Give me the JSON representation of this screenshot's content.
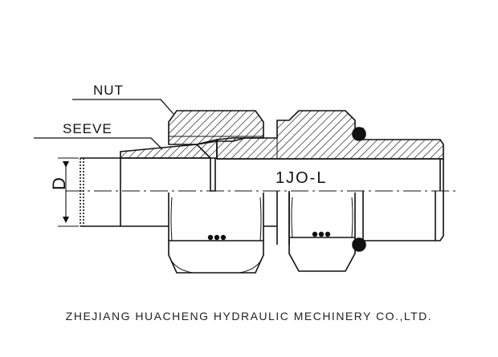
{
  "labels": {
    "nut": "NUT",
    "seeve": "SEEVE",
    "dimension": "D",
    "model": "1JO-L"
  },
  "caption": "ZHEJIANG HUACHENG HYDRAULIC MECHINERY CO.,LTD.",
  "colors": {
    "line": "#111111",
    "hatch": "#111111",
    "background": "#ffffff"
  }
}
